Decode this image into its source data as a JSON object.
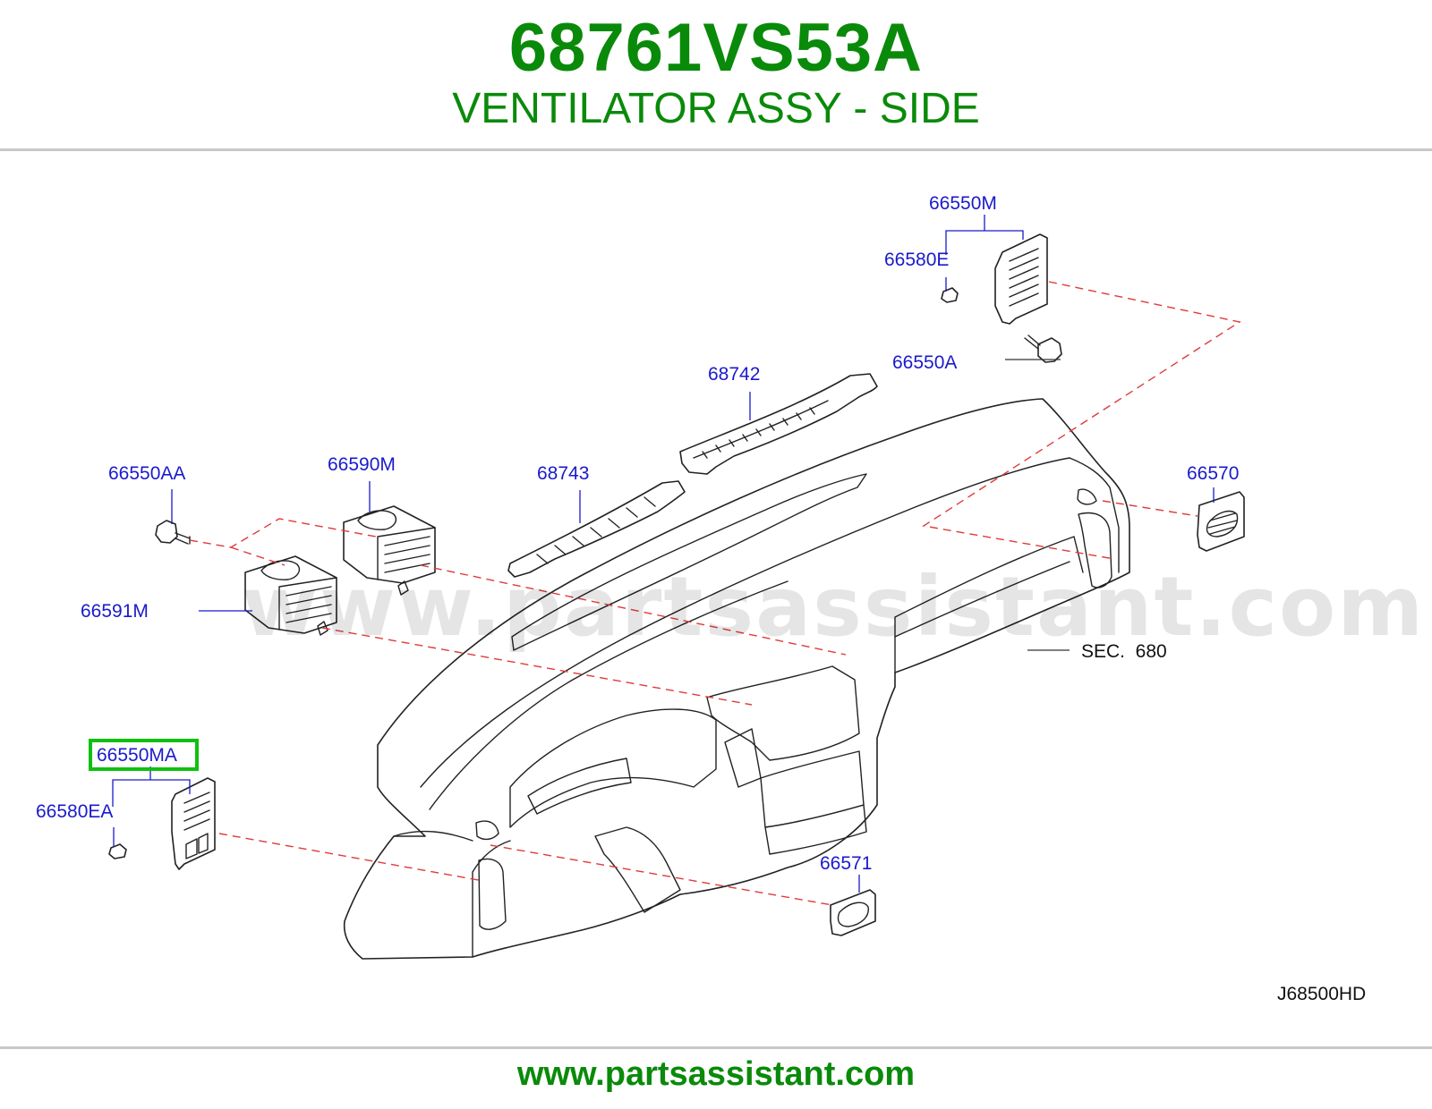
{
  "header": {
    "part_number": "68761VS53A",
    "part_name": "VENTILATOR ASSY - SIDE"
  },
  "watermark": "www.partsassistant.com",
  "callouts": {
    "c66550M": "66550M",
    "c66580E": "66580E",
    "c66550A": "66550A",
    "c68742": "68742",
    "c66550AA": "66550AA",
    "c66590M": "66590M",
    "c68743": "68743",
    "c66570": "66570",
    "c66591M": "66591M",
    "sec": "SEC.  680",
    "c66550MA": "66550MA",
    "c66580EA": "66580EA",
    "c66571": "66571"
  },
  "highlighted_part": "66550MA",
  "diagram_code": "J68500HD",
  "footer": {
    "url": "www.partsassistant.com"
  },
  "colors": {
    "title_green": "#0a8a0a",
    "callout_blue": "#1a1acc",
    "dashed_red": "#e03a3a",
    "highlight_green": "#10c010"
  }
}
